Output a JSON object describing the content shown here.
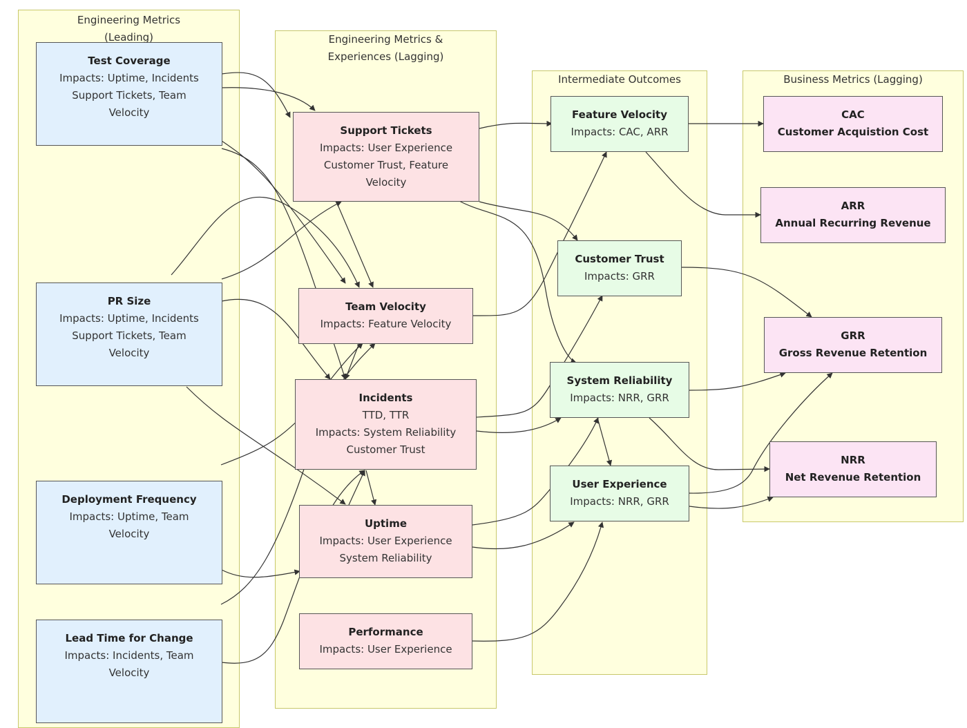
{
  "clusters": {
    "leading": "Engineering Metrics\n(Leading)",
    "lagging_eng": "Engineering Metrics &\nExperiences (Lagging)",
    "intermediate": "Intermediate Outcomes",
    "business": "Business Metrics (Lagging)"
  },
  "nodes": {
    "test_coverage": {
      "title": "Test Coverage",
      "desc": "Impacts: Uptime, Incidents\nSupport Tickets, Team\nVelocity"
    },
    "pr_size": {
      "title": "PR Size",
      "desc": "Impacts: Uptime, Incidents\nSupport Tickets, Team\nVelocity"
    },
    "deploy_freq": {
      "title": "Deployment Frequency",
      "desc": "Impacts: Uptime, Team\nVelocity"
    },
    "lead_time": {
      "title": "Lead Time for Change",
      "desc": "Impacts: Incidents, Team\nVelocity"
    },
    "support_tickets": {
      "title": "Support Tickets",
      "desc": "Impacts: User Experience\nCustomer Trust, Feature\nVelocity"
    },
    "team_velocity": {
      "title": "Team Velocity",
      "desc": "Impacts: Feature Velocity"
    },
    "incidents": {
      "title": "Incidents",
      "desc": "TTD, TTR\nImpacts: System Reliability\nCustomer Trust"
    },
    "uptime": {
      "title": "Uptime",
      "desc": "Impacts: User Experience\nSystem Reliability"
    },
    "performance": {
      "title": "Performance",
      "desc": "Impacts: User Experience"
    },
    "feature_velocity": {
      "title": "Feature Velocity",
      "desc": "Impacts: CAC, ARR"
    },
    "customer_trust": {
      "title": "Customer Trust",
      "desc": "Impacts: GRR"
    },
    "system_reliability": {
      "title": "System Reliability",
      "desc": "Impacts: NRR, GRR"
    },
    "user_experience": {
      "title": "User Experience",
      "desc": "Impacts: NRR, GRR"
    },
    "cac": {
      "title": "CAC",
      "desc": "Customer Acquistion Cost"
    },
    "arr": {
      "title": "ARR",
      "desc": "Annual Recurring Revenue"
    },
    "grr": {
      "title": "GRR",
      "desc": "Gross Revenue Retention"
    },
    "nrr": {
      "title": "NRR",
      "desc": "Net Revenue Retention"
    }
  },
  "colors": {
    "cluster_fill": "#ffffde",
    "cluster_border": "#c8c86a",
    "leading_fill": "#e1f0fd",
    "lagging_fill": "#fde2e4",
    "intermediate_fill": "#e7fce6",
    "business_fill": "#fce4f4",
    "edge": "#333333"
  }
}
